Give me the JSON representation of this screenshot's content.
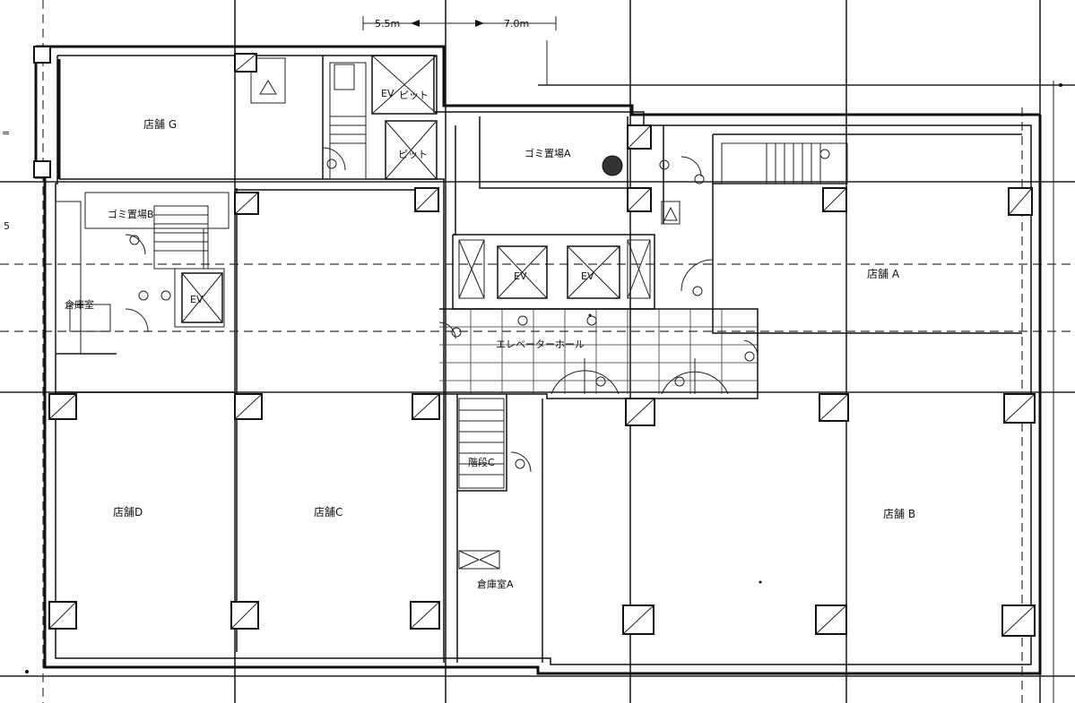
{
  "rooms": {
    "shop_g": "店舗 G",
    "shop_a": "店舗 A",
    "shop_b": "店舗 B",
    "shop_c": "店舗C",
    "shop_d": "店舗D",
    "garbage_a": "ゴミ置場A",
    "garbage_b": "ゴミ置場B",
    "elevator_hall": "エレベーターホール",
    "storage_a": "倉庫室A",
    "storage_small": "倉庫室",
    "stairs_c": "階段C",
    "ev_1": "EV",
    "ev_2": "EV",
    "ev_3": "EV",
    "ev_4": "EV",
    "pit_1": "ピット",
    "pit_2": "ピット"
  },
  "dimensions": {
    "dim_left": "5.5m",
    "dim_right": "7.0m",
    "side_top": "=",
    "side_mid": "5"
  }
}
